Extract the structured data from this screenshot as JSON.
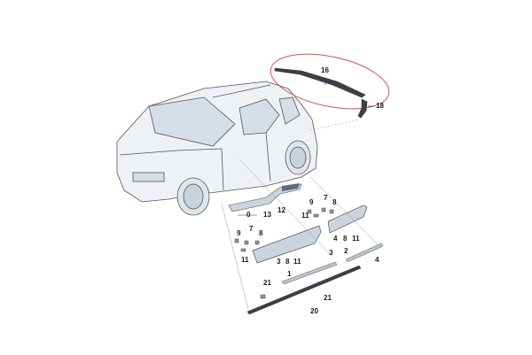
{
  "diagram": {
    "type": "exploded-parts-diagram",
    "subject": "SUV side trim and roof spoiler parts",
    "highlight_color": "#d9534f",
    "line_color": "#444444",
    "body_fill": "#eef2f6",
    "part_fill": "#c9d4de",
    "labels": {
      "p16": "16",
      "p18": "18",
      "p12": "12",
      "p13": "13",
      "p0": "0",
      "p9a": "9",
      "p7a": "7",
      "p8a": "8",
      "p11a": "11",
      "p9b": "9",
      "p7b": "7",
      "p8b": "8",
      "p11b": "11",
      "p4a": "4",
      "p8c": "8",
      "p11c": "11",
      "p2": "2",
      "p3a": "3",
      "p8d": "8",
      "p11d": "11",
      "p1": "1",
      "p3b": "3",
      "p4b": "4",
      "p21a": "21",
      "p21b": "21",
      "p20": "20"
    }
  }
}
